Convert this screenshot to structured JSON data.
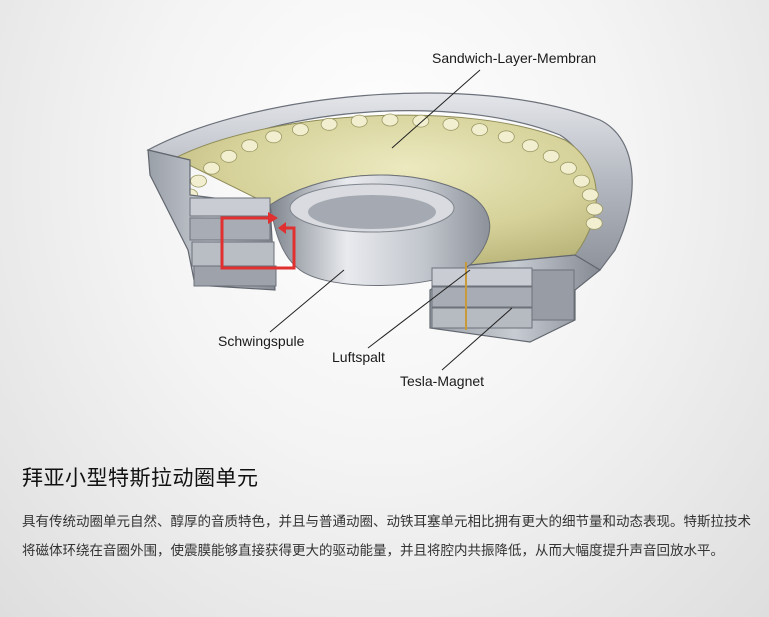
{
  "diagram": {
    "labels": {
      "membrane": "Sandwich-Layer-Membran",
      "coil": "Schwingspule",
      "gap": "Luftspalt",
      "magnet": "Tesla-Magnet"
    }
  },
  "section": {
    "title": "拜亚小型特斯拉动圈单元",
    "description": "具有传统动圈单元自然、醇厚的音质特色，并且与普通动圈、动铁耳塞单元相比拥有更大的细节量和动态表现。特斯拉技术将磁体环绕在音圈外围，使震膜能够直接获得更大的驱动能量，并且将腔内共振降低，从而大幅度提升声音回放水平。"
  },
  "colors": {
    "membrane": "#d9d6a0",
    "metal": "#b8bcc4",
    "flux_arrow": "#e03030"
  }
}
